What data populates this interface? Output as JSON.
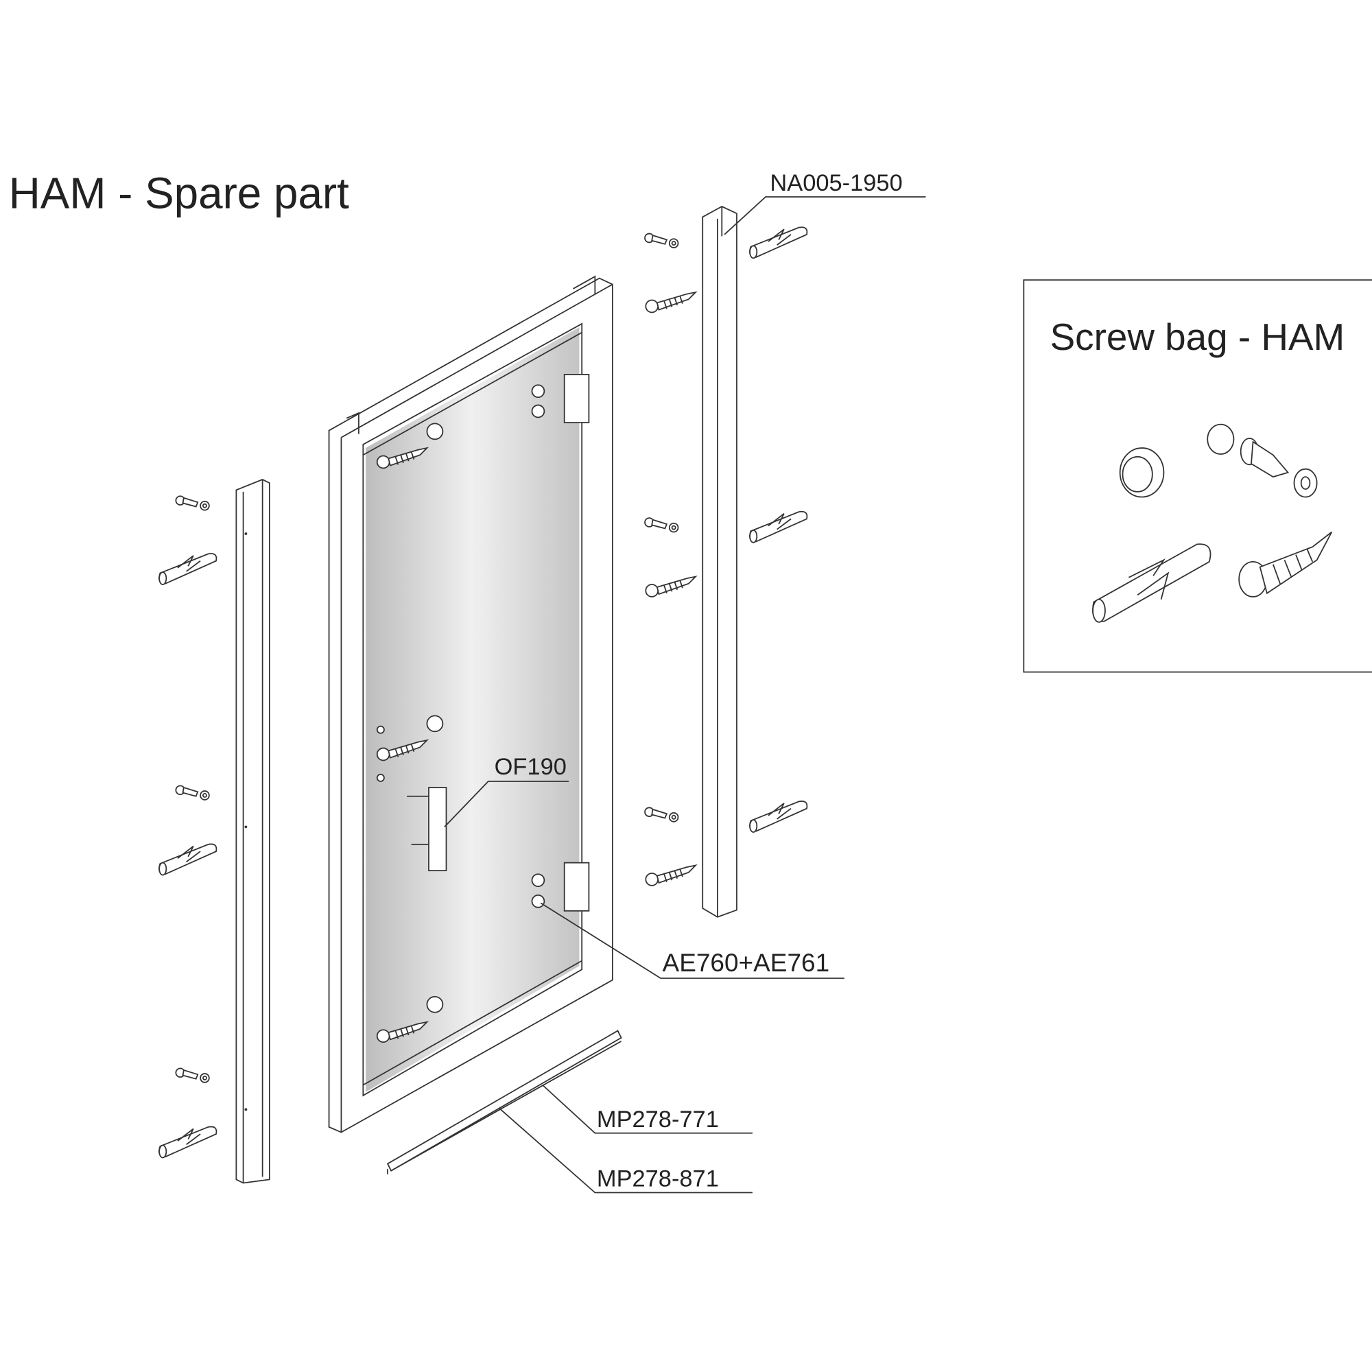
{
  "title": "HAM - Spare part",
  "labels": {
    "side_profile": "NA005-1950",
    "handle": "OF190",
    "hinge": "AE760+AE761",
    "seal_a": "MP278-771",
    "seal_b": "MP278-871"
  },
  "screw_bag": {
    "title": "Screw bag - HAM"
  },
  "colors": {
    "line": "#333333",
    "glass_light": "#f2f2f2",
    "glass_dark": "#bdbdbd"
  }
}
